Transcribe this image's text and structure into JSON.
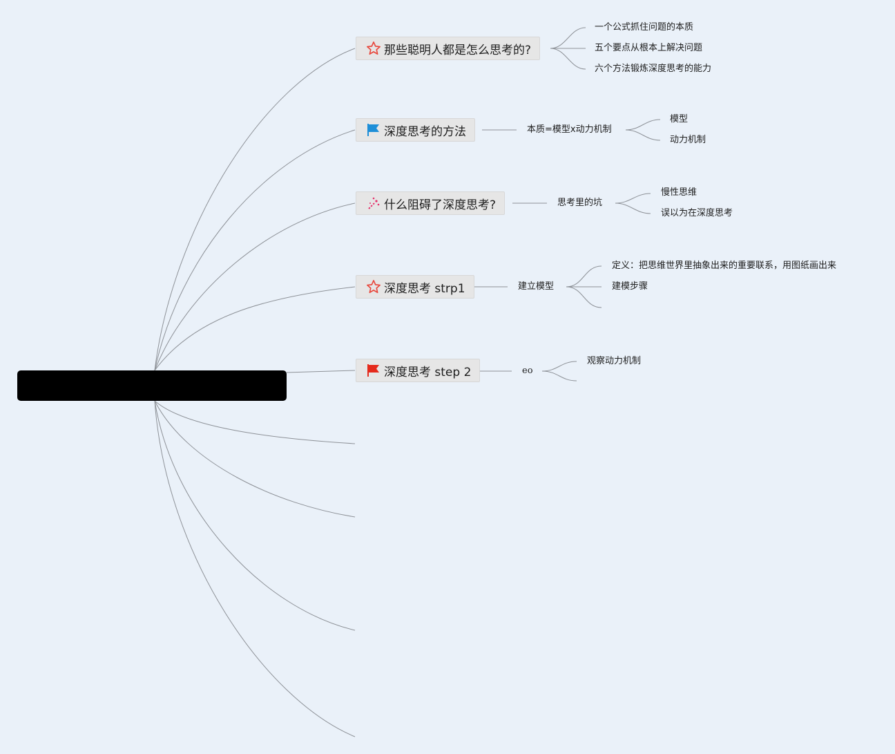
{
  "root": {
    "title": ""
  },
  "topics": [
    {
      "label": "那些聪明人都是怎么思考的?",
      "icon": "star-outline-icon",
      "children": [
        "一个公式抓住问题的本质",
        "五个要点从根本上解决问题",
        "六个方法锻炼深度思考的能力"
      ]
    },
    {
      "label": "深度思考的方法",
      "icon": "blue-flag-icon",
      "child": "本质=模型x动力机制",
      "grandchildren": [
        "模型",
        "动力机制"
      ]
    },
    {
      "label": "什么阻碍了深度思考?",
      "icon": "magic-wand-icon",
      "child": "思考里的坑",
      "grandchildren": [
        "慢性思维",
        "误以为在深度思考"
      ]
    },
    {
      "label": "深度思考 strp1",
      "icon": "star-outline-icon",
      "child": "建立模型",
      "grandchildren": [
        "定义：把思维世界里抽象出来的重要联系，用图纸画出来",
        "建模步骤",
        ""
      ]
    },
    {
      "label": "深度思考 step 2",
      "icon": "red-flag-icon",
      "child": "eo",
      "grandchildren": [
        "观察动力机制",
        ""
      ]
    }
  ],
  "colors": {
    "background": "#eaf1f9",
    "topic_fill": "#e6e6e6",
    "connector": "#8d9197",
    "star": "#e8473c",
    "blue_flag": "#1e8fd8",
    "red_flag": "#e52a1c",
    "wand": "#e5306b"
  }
}
